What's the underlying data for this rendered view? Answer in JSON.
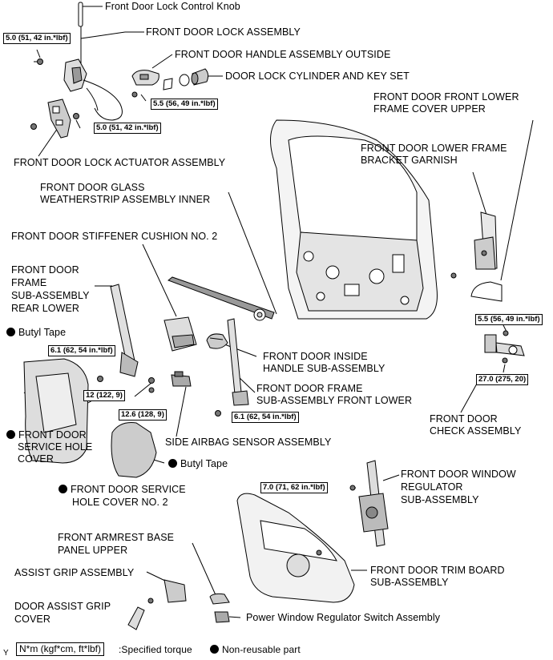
{
  "labels": {
    "lock_control_knob": "Front Door Lock Control Knob",
    "lock_assembly": "FRONT DOOR LOCK ASSEMBLY",
    "handle_outside": "FRONT DOOR HANDLE ASSEMBLY OUTSIDE",
    "lock_cylinder": "DOOR LOCK CYLINDER AND KEY SET",
    "lock_actuator": "FRONT DOOR LOCK ACTUATOR ASSEMBLY",
    "lower_frame_cover_l1": "FRONT DOOR FRONT LOWER",
    "lower_frame_cover_l2": "FRAME COVER UPPER",
    "bracket_garnish_l1": "FRONT DOOR LOWER FRAME",
    "bracket_garnish_l2": "BRACKET GARNISH",
    "glass_weatherstrip_l1": "FRONT DOOR GLASS",
    "glass_weatherstrip_l2": "WEATHERSTRIP ASSEMBLY INNER",
    "stiffener_cushion": "FRONT DOOR STIFFENER CUSHION NO. 2",
    "frame_rear_l1": "FRONT DOOR",
    "frame_rear_l2": "FRAME",
    "frame_rear_l3": "SUB-ASSEMBLY",
    "frame_rear_l4": "REAR LOWER",
    "butyl_tape_1": "Butyl Tape",
    "inside_handle_l1": "FRONT DOOR INSIDE",
    "inside_handle_l2": "HANDLE SUB-ASSEMBLY",
    "frame_front_l1": "FRONT DOOR FRAME",
    "frame_front_l2": "SUB-ASSEMBLY FRONT LOWER",
    "check_assembly_l1": "FRONT DOOR",
    "check_assembly_l2": "CHECK ASSEMBLY",
    "service_hole_l1": "FRONT DOOR",
    "service_hole_l2": "SERVICE HOLE",
    "service_hole_l3": "COVER",
    "side_airbag_sensor": "SIDE AIRBAG SENSOR ASSEMBLY",
    "butyl_tape_2": "Butyl Tape",
    "service_hole_no2_l1": "FRONT DOOR SERVICE",
    "service_hole_no2_l2": "HOLE COVER NO. 2",
    "window_regulator_l1": "FRONT DOOR WINDOW",
    "window_regulator_l2": "REGULATOR",
    "window_regulator_l3": "SUB-ASSEMBLY",
    "armrest_l1": "FRONT ARMREST BASE",
    "armrest_l2": "PANEL UPPER",
    "assist_grip": "ASSIST GRIP ASSEMBLY",
    "assist_grip_cover_l1": "DOOR ASSIST GRIP",
    "assist_grip_cover_l2": "COVER",
    "trim_board_l1": "FRONT DOOR TRIM BOARD",
    "trim_board_l2": "SUB-ASSEMBLY",
    "pw_switch": "Power Window Regulator Switch Assembly"
  },
  "torques": {
    "t_lock_upper": "5.0 (51, 42 in.*lbf)",
    "t_lock_lower": "5.0 (51, 42 in.*lbf)",
    "t_handle": "5.5 (56, 49 in.*lbf)",
    "t_frame_rear": "6.1 (62, 54 in.*lbf)",
    "t_stiffener": "12 (122, 9)",
    "t_airbag": "12.6 (128, 9)",
    "t_frame_front": "6.1 (62, 54 in.*lbf)",
    "t_check_upper": "5.5 (56, 49 in.*lbf)",
    "t_check_lower": "27.0 (275, 20)",
    "t_regulator": "7.0 (71, 62 in.*lbf)"
  },
  "legend": {
    "corner_mark": "Y",
    "torque_unit": "N*m (kgf*cm, ft*lbf)",
    "torque_desc": ":Specified torque",
    "nonreusable": "Non-reusable part"
  }
}
